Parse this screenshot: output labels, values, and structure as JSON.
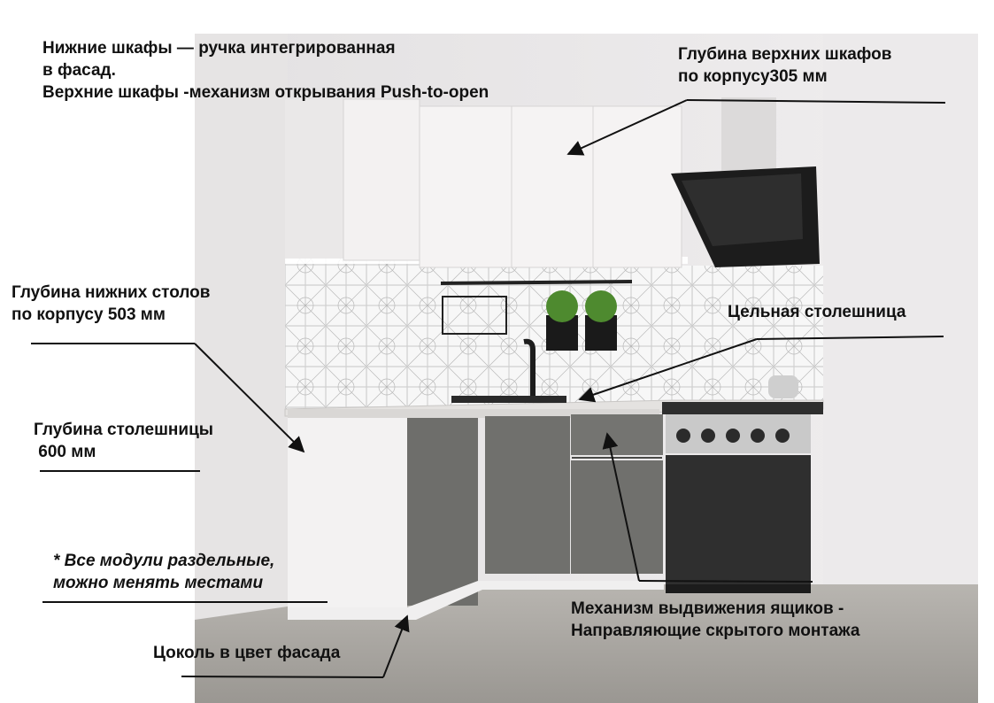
{
  "colors": {
    "wall": "#ebe9ea",
    "upper_cabinets": "#f1efef",
    "lower_fronts": "#6e6e6b",
    "countertop": "#e4e2e0",
    "floor": "#a9a6a1",
    "annotation_text": "#111111",
    "annotation_line": "#111111"
  },
  "annotations": {
    "handles_line1": "Нижние шкафы — ручка интегрированная",
    "handles_line2": "в фасад.",
    "handles_line3": "Верхние шкафы -механизм открывания Push-to-open",
    "upper_depth_line1": "Глубина верхних шкафов",
    "upper_depth_line2": "по корпусу305 мм",
    "lower_depth_line1": "Глубина нижних столов",
    "lower_depth_line2": "по корпусу 503 мм",
    "countertop_solid": "Цельная столешница",
    "countertop_depth_line1": "Глубина столешницы",
    "countertop_depth_line2": " 600 мм",
    "modules_note_line1": "* Все модули раздельные,",
    "modules_note_line2": "можно менять местами",
    "drawer_mech_line1": "Механизм выдвижения ящиков -",
    "drawer_mech_line2": "Направляющие скрытого монтажа",
    "plinth": "Цоколь в цвет фасада"
  }
}
